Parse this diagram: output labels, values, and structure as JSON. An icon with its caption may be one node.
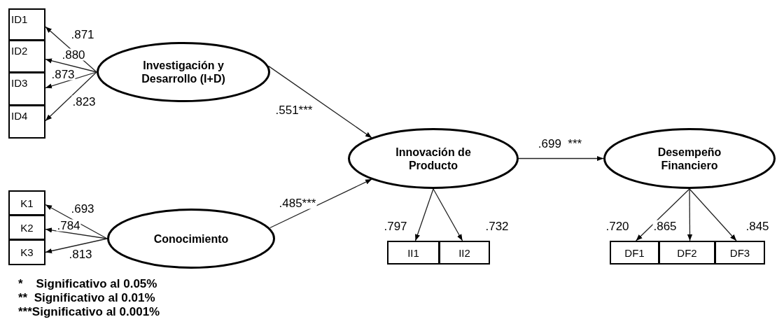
{
  "diagram": {
    "nodes": [
      {
        "text": [
          "ID1"
        ]
      },
      {
        "text": [
          "ID2"
        ]
      },
      {
        "text": [
          "ID3"
        ]
      },
      {
        "text": [
          "ID4"
        ]
      },
      {
        "text": [
          "Investigación y Desarrollo (I+D)"
        ]
      },
      {
        "text": [
          "K1"
        ]
      },
      {
        "text": [
          "K2"
        ]
      },
      {
        "text": [
          "K3"
        ]
      },
      {
        "text": [
          "Conocimiento"
        ]
      },
      {
        "text": [
          "Innovación de Producto"
        ]
      },
      {
        "text": [
          "II1"
        ]
      },
      {
        "text": [
          "II2"
        ]
      },
      {
        "text": [
          "Desempeño Financiero"
        ]
      },
      {
        "text": [
          "DF1"
        ]
      },
      {
        "text": [
          "DF2"
        ]
      },
      {
        "text": [
          "DF3"
        ]
      }
    ],
    "edges": [
      {
        "from": 4,
        "to": 0,
        "arrow": "to",
        "label": ".871"
      },
      {
        "from": 4,
        "to": 1,
        "arrow": "to",
        "label": ".880"
      },
      {
        "from": 4,
        "to": 2,
        "arrow": "to",
        "label": ".873"
      },
      {
        "from": 4,
        "to": 3,
        "arrow": "to",
        "label": ".823"
      },
      {
        "from": 4,
        "to": 9,
        "arrow": "to",
        "label": ".551***"
      },
      {
        "from": 8,
        "to": 5,
        "arrow": "to",
        "label": ".693"
      },
      {
        "from": 8,
        "to": 6,
        "arrow": "to",
        "label": ".784"
      },
      {
        "from": 8,
        "to": 7,
        "arrow": "to",
        "label": ".813"
      },
      {
        "from": 8,
        "to": 9,
        "arrow": "to",
        "label": ".485***"
      },
      {
        "from": 9,
        "to": 10,
        "arrow": "to",
        "label": ".797"
      },
      {
        "from": 9,
        "to": 11,
        "arrow": "to",
        "label": ".732"
      },
      {
        "from": 9,
        "to": 12,
        "arrow": "to",
        "label": ".699  ***"
      },
      {
        "from": 12,
        "to": 13,
        "arrow": "to",
        "label": ".720"
      },
      {
        "from": 12,
        "to": 14,
        "arrow": "to",
        "label": ".865"
      },
      {
        "from": 12,
        "to": 15,
        "arrow": "to",
        "label": ".845"
      }
    ],
    "labels": [
      "*    Significativo al 0.05%",
      "**  Significativo al 0.01%",
      "***Significativo al 0.001%"
    ]
  }
}
